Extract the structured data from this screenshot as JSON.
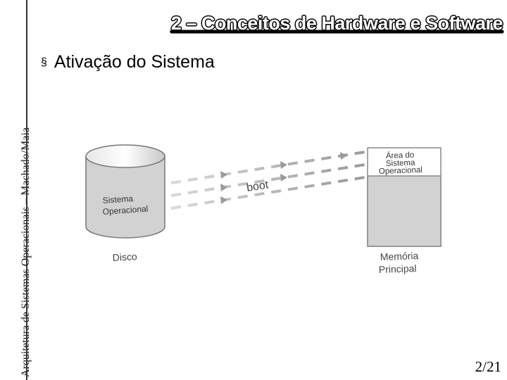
{
  "sidebar": {
    "text": "Arquitetura de Sistemas Operacionais – Machado/Maia"
  },
  "header": {
    "title": "2 – Conceitos de Hardware e Software"
  },
  "content": {
    "bullet": "Ativação do Sistema",
    "diagram": {
      "disk_label_line1": "Sistema",
      "disk_label_line2": "Operacional",
      "disk_caption": "Disco",
      "boot_label": "boot",
      "memory_area_line1": "Área do",
      "memory_area_line2": "Sistema",
      "memory_area_line3": "Operacional",
      "memory_caption_line1": "Memória",
      "memory_caption_line2": "Principal"
    }
  },
  "footer": {
    "page_number": "2/21"
  }
}
